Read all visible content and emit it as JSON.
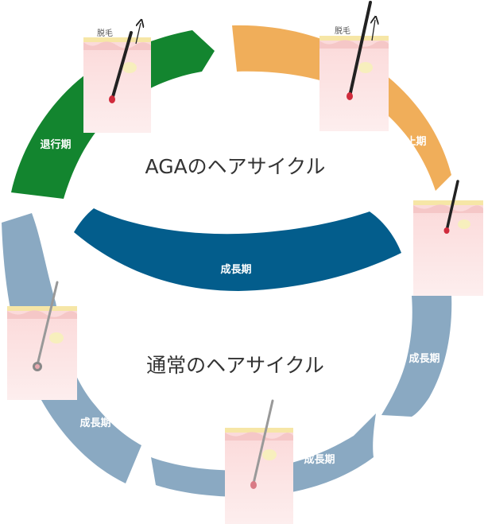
{
  "aga_cycle": {
    "title": "AGAのヘアサイクル",
    "phases": {
      "regression": "退行期",
      "resting": "休止期",
      "growth": "成長期"
    },
    "shedding_label": "脱毛"
  },
  "normal_cycle": {
    "title": "通常のヘアサイクル",
    "growth_labels": [
      "成長期",
      "成長期",
      "成長期"
    ]
  },
  "colors": {
    "regression": "#13852f",
    "resting": "#f0ae5a",
    "aga_growth": "#035d8c",
    "normal_growth": "#8aa9c2",
    "skin": "#fde3e3",
    "skin_surface": "#f6e6a6",
    "hair": "#222222",
    "bulb": "#d02b3c"
  }
}
